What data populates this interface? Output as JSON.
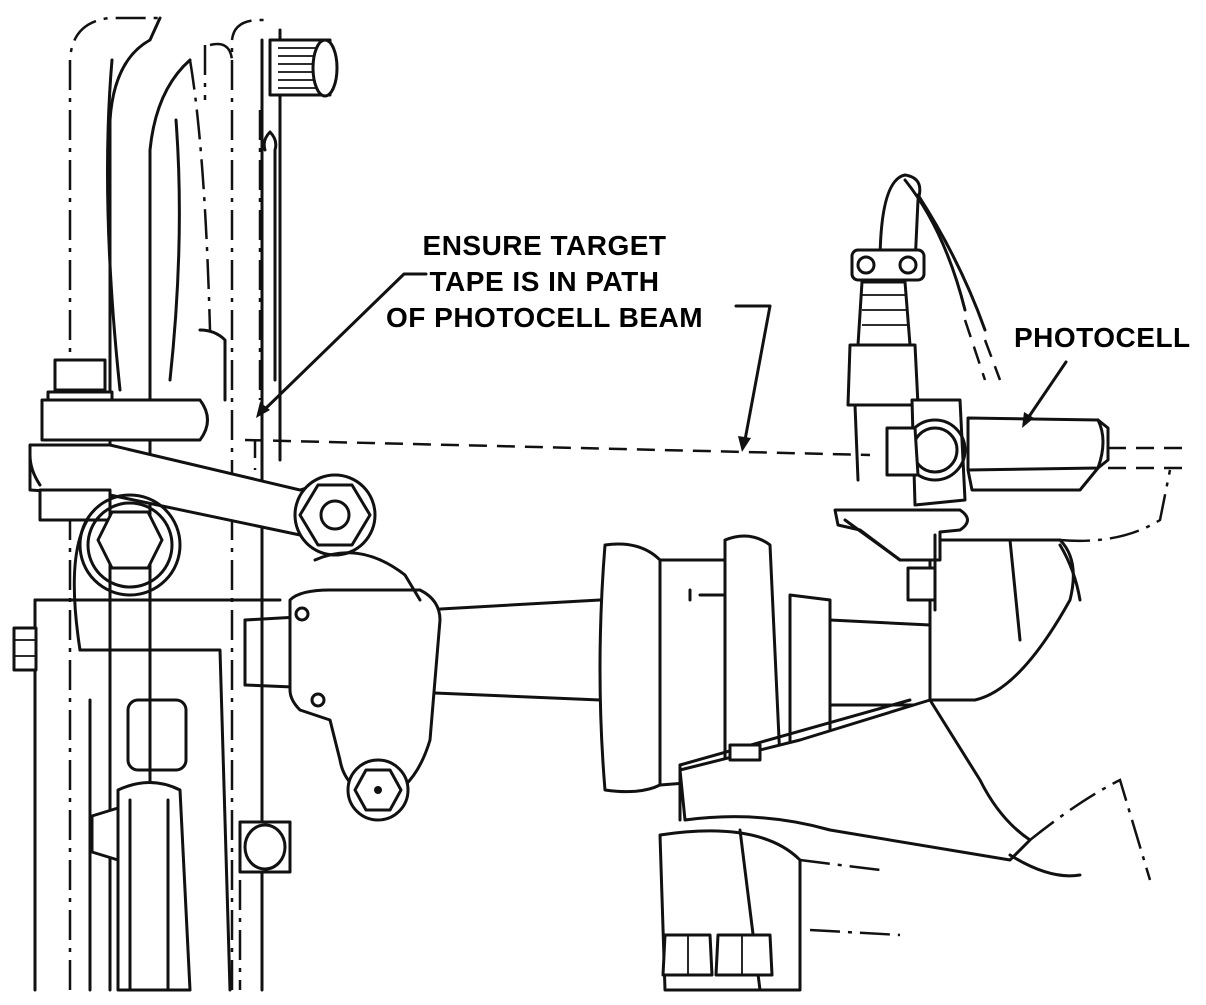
{
  "callouts": {
    "target_tape": {
      "line1": "ENSURE TARGET",
      "line2": "TAPE IS IN PATH",
      "line3": "OF PHOTOCELL BEAM"
    },
    "photocell": "PHOTOCELL"
  },
  "colors": {
    "ink": "#111111",
    "paper": "#ffffff"
  }
}
